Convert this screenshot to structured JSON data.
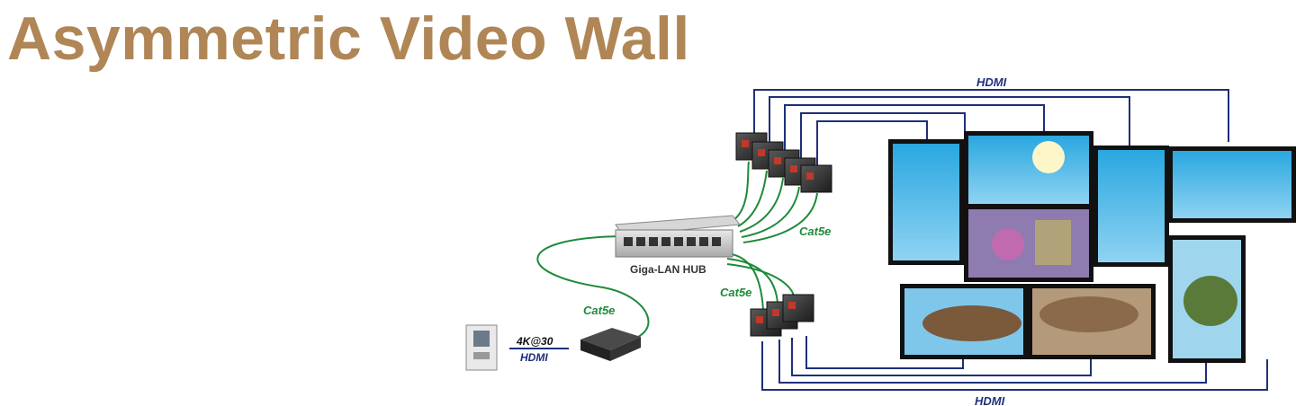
{
  "title": "Asymmetric Video Wall",
  "labels": {
    "hdmi_top": "HDMI",
    "hdmi_bottom": "HDMI",
    "cat5e_upper": "Cat5e",
    "cat5e_lower": "Cat5e",
    "cat5e_source": "Cat5e",
    "hub": "Giga-LAN HUB",
    "resolution": "4K@30",
    "hdmi_source": "HDMI"
  },
  "colors": {
    "title": "#b08656",
    "hdmi_cable": "#1f2f7a",
    "cat5e_cable": "#1f8a3a",
    "hdmi_text": "#1f2f7a",
    "cat5e_text": "#1f8a3a"
  }
}
